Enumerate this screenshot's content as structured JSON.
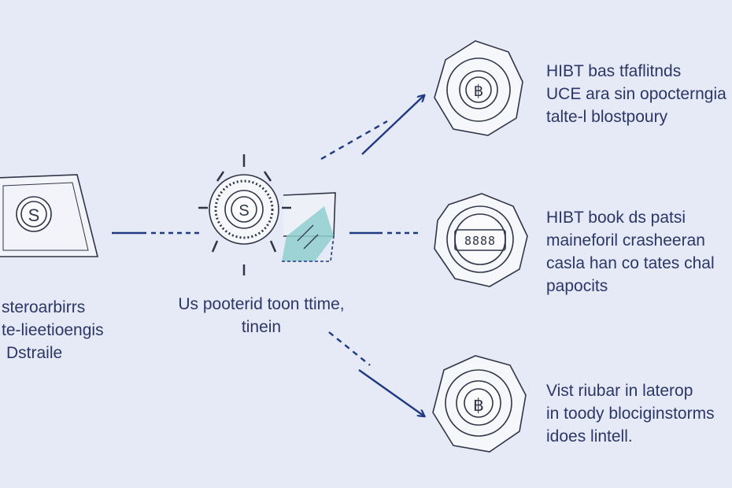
{
  "colors": {
    "background": "#e6e9f6",
    "ink": "#2f3648",
    "arrow": "#1f3a82",
    "accent": "#8fcfcf"
  },
  "icons": {
    "source": "document-coin-icon",
    "hub": "gear-coin-icon",
    "outputs": [
      "bitcoin-coin-icon",
      "counter-coin-icon",
      "bitcoin-coin-icon"
    ]
  },
  "source": {
    "lines": [
      "steroarbirrs",
      "te-lieetioengis",
      "Dstraile"
    ]
  },
  "hub": {
    "lines": [
      "Us pooterid toon ttime,",
      "tinein"
    ]
  },
  "outputs": [
    {
      "glyph": "฿",
      "lines": [
        "HIBT bas tfaflitnds",
        "UCE ara sin opocterngia",
        "talte-l blostpoury"
      ]
    },
    {
      "glyph": "8888",
      "lines": [
        "HIBT book ds patsi",
        "maineforil crasheeran",
        "casla han co tates chal",
        "papocits"
      ]
    },
    {
      "glyph": "฿",
      "lines": [
        "Vist riubar in laterop",
        "in toody blociginstorms",
        "idoes lintell."
      ]
    }
  ]
}
